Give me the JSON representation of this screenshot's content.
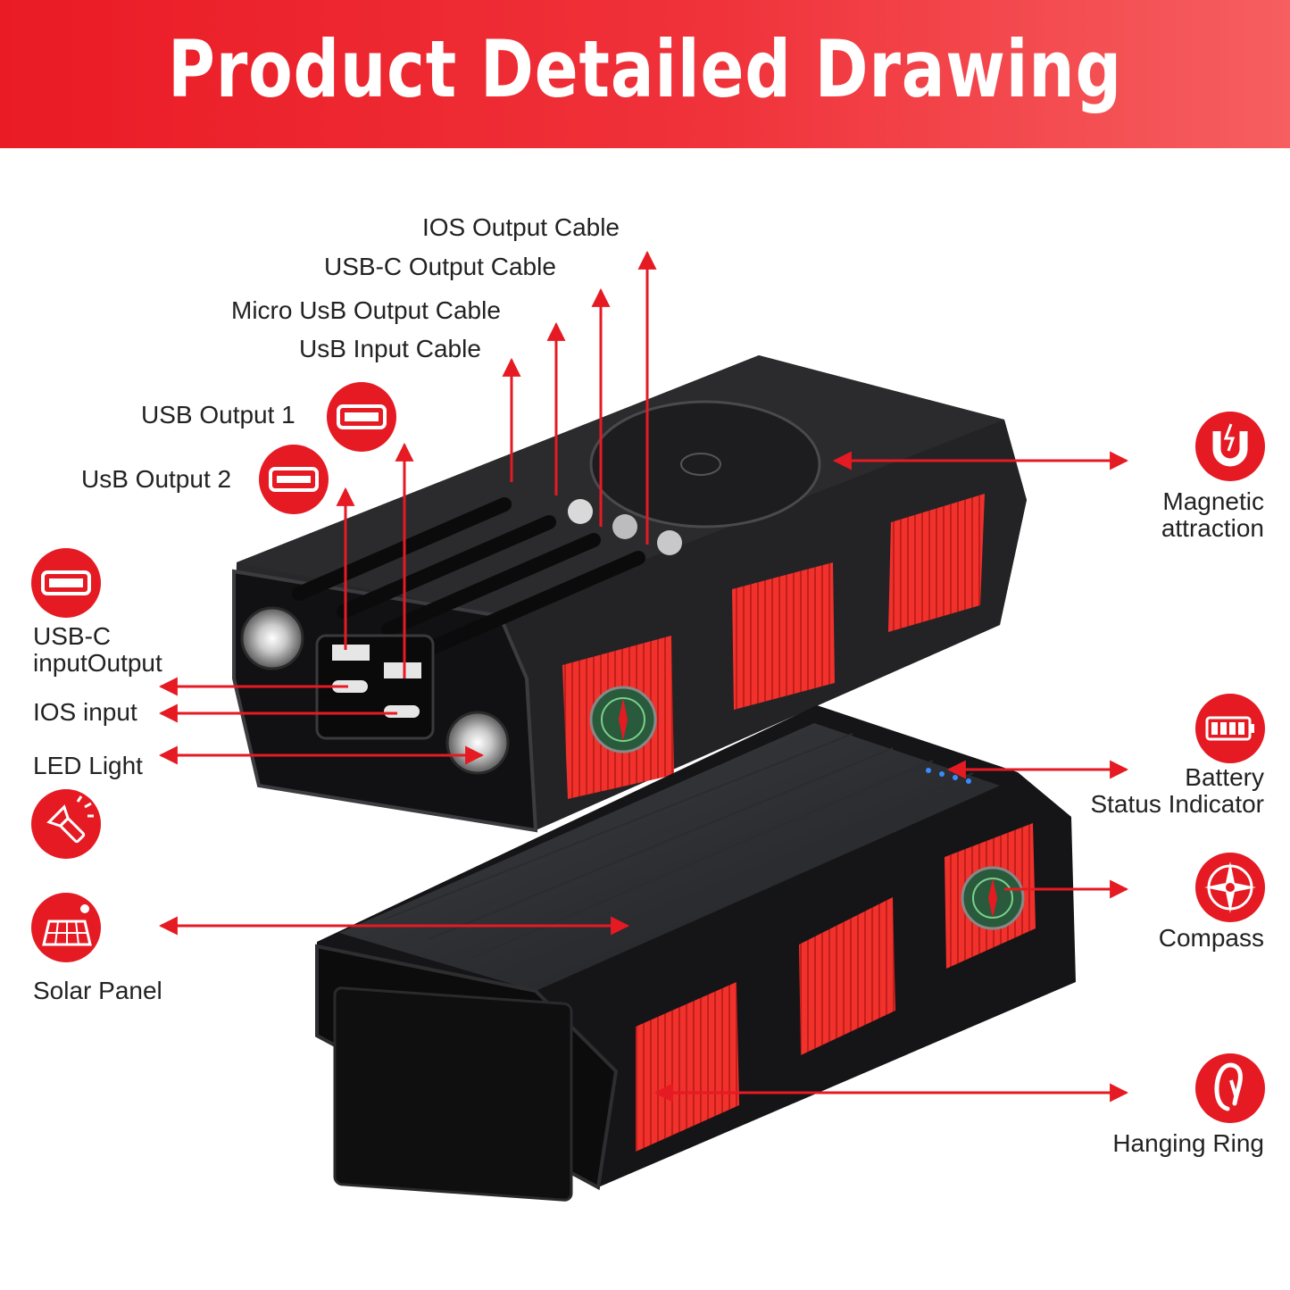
{
  "title": "Product Detailed Drawing",
  "colors": {
    "accent": "#e51a23",
    "device": "#1c1c1e",
    "pads": "#f0312c",
    "text": "#222222"
  },
  "labels": {
    "ios_output_cable": "IOS Output Cable",
    "usbc_output_cable": "USB-C Output Cable",
    "micro_usb_output_cable": "Micro UsB Output Cable",
    "usb_input_cable": "UsB Input Cable",
    "usb_output_1": "USB Output 1",
    "usb_output_2": "UsB Output 2",
    "usbc_io_line1": "USB-C",
    "usbc_io_line2": "inputOutput",
    "ios_input": "IOS input",
    "led_light": "LED Light",
    "solar_panel": "Solar Panel",
    "magnetic_line1": "Magnetic",
    "magnetic_line2": "attraction",
    "battery_line1": "Battery",
    "battery_line2": "Status Indicator",
    "compass": "Compass",
    "hanging_ring": "Hanging Ring"
  },
  "icons": [
    "usb-port-icon",
    "usb-port-icon",
    "usb-port-icon",
    "flashlight-icon",
    "solar-panel-icon",
    "magnet-icon",
    "battery-icon",
    "compass-icon",
    "carabiner-icon"
  ]
}
